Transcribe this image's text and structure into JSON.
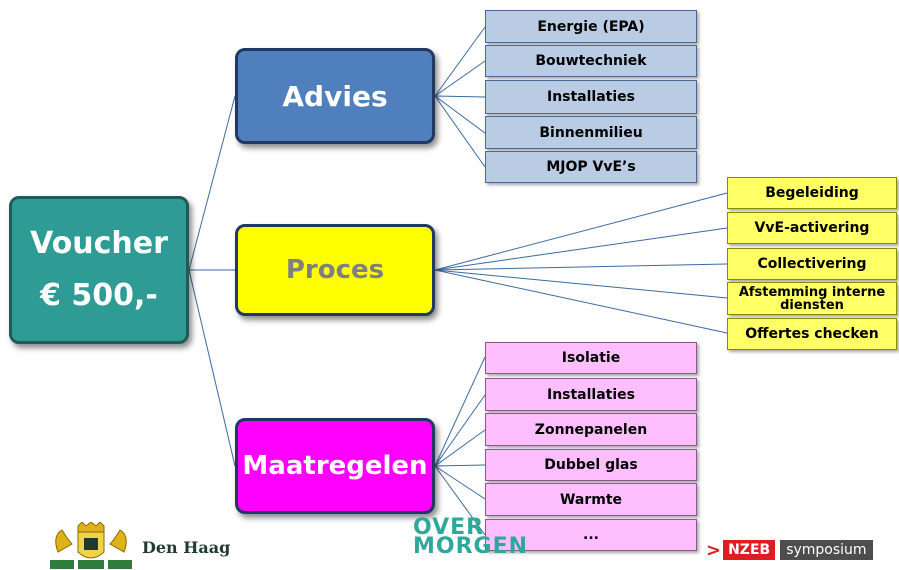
{
  "root": {
    "line1": "Voucher",
    "line2": "€ 500,-"
  },
  "categories": {
    "advies": "Advies",
    "proces": "Proces",
    "maatregelen": "Maatregelen"
  },
  "advies_items": [
    "Energie (EPA)",
    "Bouwtechniek",
    "Installaties",
    "Binnenmilieu",
    "MJOP VvE’s"
  ],
  "proces_items": [
    "Begeleiding",
    "VvE-activering",
    "Collectivering",
    "Afstemming interne diensten",
    "Offertes checken"
  ],
  "maatregelen_items": [
    "Isolatie",
    "Installaties",
    "Zonnepanelen",
    "Dubbel glas",
    "Warmte",
    "..."
  ],
  "logos": {
    "den_haag": "Den Haag",
    "overmorgen_line1": "OVER",
    "overmorgen_line2": "MORGEN",
    "nzeb_arrow": ">",
    "nzeb": "NZEB",
    "symposium": "symposium"
  },
  "colors": {
    "voucher": "#2e9c94",
    "advies": "#4f7fbd",
    "proces": "#ffff00",
    "maatregelen": "#ff00ff",
    "advies_leaf": "#b9cce4",
    "proces_leaf": "#ffff66",
    "maatregelen_leaf": "#ffbfff",
    "connector": "#3b6aa0"
  }
}
